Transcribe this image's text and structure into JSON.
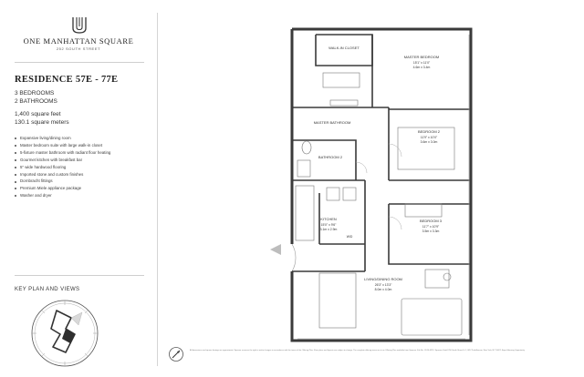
{
  "brand": {
    "title": "ONE MANHATTAN SQUARE",
    "address": "252 SOUTH STREET"
  },
  "residence": {
    "title": "RESIDENCE 57E - 77E",
    "bedrooms": "3 BEDROOMS",
    "bathrooms": "2 BATHROOMS",
    "square_feet": "1,400 square feet",
    "square_meters": "130.1 square meters"
  },
  "features": [
    "Expansive living/dining room",
    "Master bedroom suite with large walk-in closet",
    "5-fixture master bathroom with radiant floor heating",
    "Gourmet kitchen with breakfast bar",
    "5\" wide hardwood flooring",
    "Imported stone and custom finishes",
    "Dornbracht fittings",
    "Premium Miele appliance package",
    "Washer and dryer"
  ],
  "key_plan": {
    "title": "KEY PLAN AND VIEWS"
  },
  "floor_plan": {
    "rooms": {
      "walk_in_closet": "WALK-IN CLOSET",
      "master_bedroom": "MASTER BEDROOM",
      "master_bedroom_dims": "15'1\" x 11'0\"",
      "master_bedroom_metric": "4.6m x 3.4m",
      "master_bathroom": "MASTER BATHROOM",
      "bedroom_2": "BEDROOM 2",
      "bedroom_2_dims": "11'9\" x 10'0\"",
      "bedroom_2_metric": "3.6m x 3.0m",
      "bathroom_2": "BATHROOM 2",
      "kitchen": "KITCHEN",
      "kitchen_dims": "15'0\" x 9'6\"",
      "kitchen_metric": "3.1m x 2.9m",
      "laundry": "W/D",
      "bedroom_3": "BEDROOM 3",
      "bedroom_3_dims": "11'7\" x 10'9\"",
      "bedroom_3_metric": "3.5m x 3.3m",
      "living_dining": "LIVING/DINING ROOM",
      "living_dining_dims": "26'3\" x 13'3\"",
      "living_dining_metric": "8.0m x 4.0m"
    }
  },
  "disclaimer": "All dimensions and square footage are approximate. Sponsor reserves the right to make changes in accordance with the terms of the Offering Plan. Floor plans and layouts are subject to change. The complete offering terms are in an Offering Plan available from Sponsor. File No. CD16-0231. Sponsor: Extell 250 South Street LLC, 805 Third Avenue, New York, NY 10022. Equal Housing Opportunity."
}
